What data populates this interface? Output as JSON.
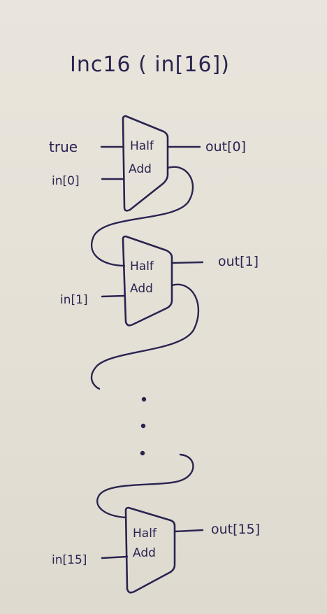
{
  "title": "Inc16 ( in[16])",
  "gates": [
    {
      "line1": "Half",
      "line2": "Add"
    },
    {
      "line1": "Half",
      "line2": "Add"
    },
    {
      "line1": "Half",
      "line2": "Add"
    }
  ],
  "labels": {
    "true": "true",
    "in0": "in[0]",
    "in1": "in[1]",
    "in15": "in[15]",
    "out0": "out[0]",
    "out1": "out[1]",
    "out15": "out[15]"
  },
  "ellipsis": "..."
}
